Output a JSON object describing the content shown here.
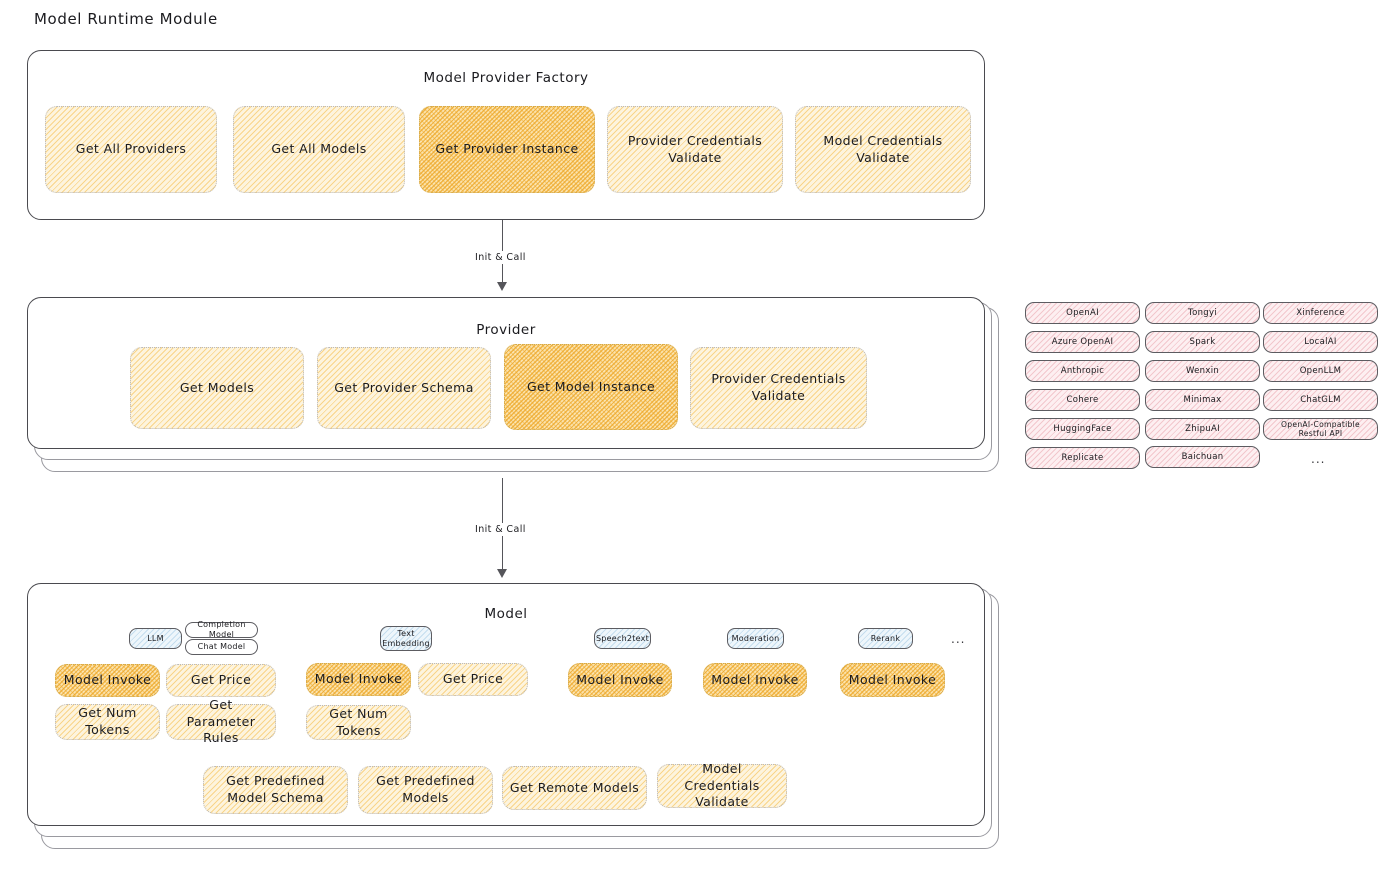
{
  "diagram": {
    "title": "Model Runtime Module"
  },
  "factory": {
    "title": "Model Provider Factory",
    "nodes": [
      {
        "label": "Get All Providers",
        "highlighted": false
      },
      {
        "label": "Get All Models",
        "highlighted": false
      },
      {
        "label": "Get Provider Instance",
        "highlighted": true
      },
      {
        "label": "Provider Credentials Validate",
        "highlighted": false
      },
      {
        "label": "Model Credentials Validate",
        "highlighted": false
      }
    ]
  },
  "arrows": [
    {
      "label": "Init & Call"
    },
    {
      "label": "Init & Call"
    }
  ],
  "provider": {
    "title": "Provider",
    "nodes": [
      {
        "label": "Get Models",
        "highlighted": false
      },
      {
        "label": "Get Provider Schema",
        "highlighted": false
      },
      {
        "label": "Get Model Instance",
        "highlighted": true
      },
      {
        "label": "Provider Credentials Validate",
        "highlighted": false
      }
    ]
  },
  "provider_list": {
    "columns": [
      {
        "items": [
          "OpenAI",
          "Azure OpenAI",
          "Anthropic",
          "Cohere",
          "HuggingFace",
          "Replicate"
        ]
      },
      {
        "items": [
          "Tongyi",
          "Spark",
          "Wenxin",
          "Minimax",
          "ZhipuAI",
          "Baichuan"
        ]
      },
      {
        "items": [
          "Xinference",
          "LocalAI",
          "OpenLLM",
          "ChatGLM",
          "OpenAI-Compatible Restful API"
        ]
      }
    ],
    "more": "..."
  },
  "model": {
    "title": "Model",
    "more": "...",
    "types": [
      {
        "tag": "LLM",
        "subtags": [
          "Completion Model",
          "Chat Model"
        ],
        "ops": [
          {
            "label": "Model Invoke",
            "highlighted": true
          },
          {
            "label": "Get Price",
            "highlighted": false
          },
          {
            "label": "Get Num Tokens",
            "highlighted": false
          },
          {
            "label": "Get Parameter Rules",
            "highlighted": false
          }
        ]
      },
      {
        "tag": "Text Embedding",
        "subtags": [],
        "ops": [
          {
            "label": "Model Invoke",
            "highlighted": true
          },
          {
            "label": "Get Price",
            "highlighted": false
          },
          {
            "label": "Get Num Tokens",
            "highlighted": false
          }
        ]
      },
      {
        "tag": "Speech2text",
        "subtags": [],
        "ops": [
          {
            "label": "Model Invoke",
            "highlighted": true
          }
        ]
      },
      {
        "tag": "Moderation",
        "subtags": [],
        "ops": [
          {
            "label": "Model Invoke",
            "highlighted": true
          }
        ]
      },
      {
        "tag": "Rerank",
        "subtags": [],
        "ops": [
          {
            "label": "Model Invoke",
            "highlighted": true
          }
        ]
      }
    ],
    "common_ops": [
      {
        "label": "Get Predefined Model Schema"
      },
      {
        "label": "Get Predefined Models"
      },
      {
        "label": "Get Remote Models"
      },
      {
        "label": "Model Credentials Validate"
      }
    ]
  },
  "colors": {
    "node_fill": "#fdf4de",
    "node_highlight_fill": "#fbe3ad",
    "chip_fill": "#fdeff1",
    "tag_fill": "#eef6fb",
    "stroke": "#4a4a4f"
  }
}
